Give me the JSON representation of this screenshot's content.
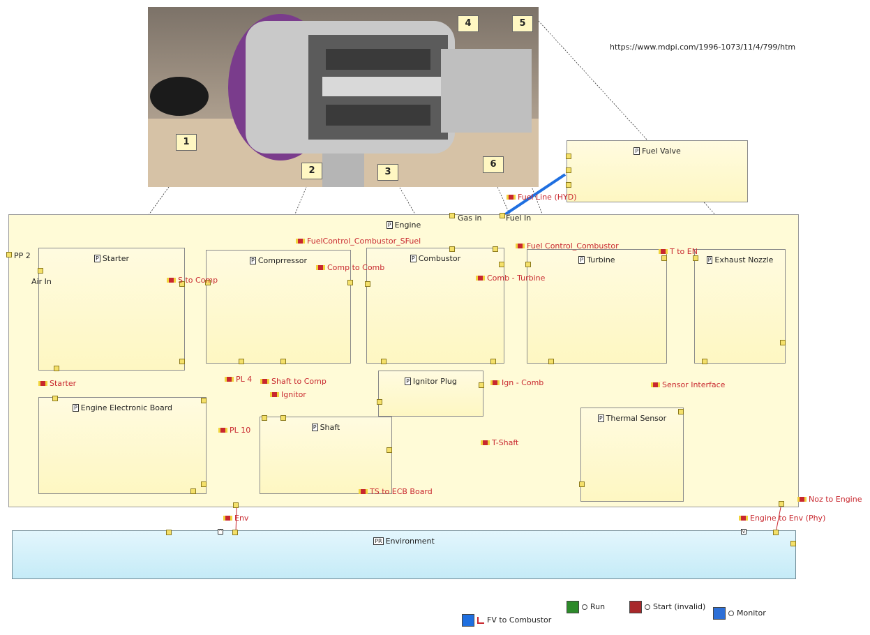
{
  "url": "https://www.mdpi.com/1996-1073/11/4/799/htm",
  "blocks": {
    "engine": "Engine",
    "starter": "Starter",
    "compressor": "Comprressor",
    "combustor": "Combustor",
    "turbine": "Turbine",
    "exhaust": "Exhaust Nozzle",
    "fuel_valve": "Fuel Valve",
    "ignitor": "Ignitor Plug",
    "eeb": "Engine Electronic Board",
    "shaft": "Shaft",
    "thermal": "Thermal Sensor",
    "env": "Environment"
  },
  "tags": {
    "part": "P",
    "env": "PR"
  },
  "ports": {
    "pp2": "PP 2",
    "air_in": "Air In",
    "gas_in": "Gas in",
    "fuel_in": "Fuel In"
  },
  "connectors": {
    "fuel_line": "Fuel Line (HYD)",
    "fc_sfuel": "FuelControl_Combustor_SFuel",
    "fc_comb": "Fuel Control_Combustor",
    "t_to_en": "T to EN",
    "s_to_comp": "S to Comp",
    "comp_to_comb": "Comp to Comb",
    "comb_turbine": "Comb - Turbine",
    "starter": "Starter",
    "pl4": "PL 4",
    "shaft_to_comp": "Shaft to Comp",
    "ignitor": "Ignitor",
    "ign_comb": "Ign - Comb",
    "sensor_interface": "Sensor Interface",
    "pl10": "PL 10",
    "t_shaft": "T-Shaft",
    "ts_to_ecb": "TS to ECB Board",
    "noz_to_engine": "Noz to Engine",
    "env": "Env",
    "engine_to_env": "Engine to Env (Phy)"
  },
  "callouts": [
    "1",
    "2",
    "3",
    "4",
    "5",
    "6"
  ],
  "legend": {
    "fv_to_combustor": "FV to Combustor",
    "run": "Run",
    "start": "Start (invalid)",
    "monitor": "Monitor"
  },
  "colors": {
    "connector": "#c8272e",
    "fuel_line": "#1f6fe0",
    "run": "#2d8a2a",
    "start": "#a8282b",
    "monitor": "#2d6fd6"
  },
  "icons": [
    "part-tag-icon",
    "connector-icon",
    "toggle-up-icon",
    "toggle-down-icon",
    "run-icon",
    "start-icon",
    "monitor-icon"
  ]
}
